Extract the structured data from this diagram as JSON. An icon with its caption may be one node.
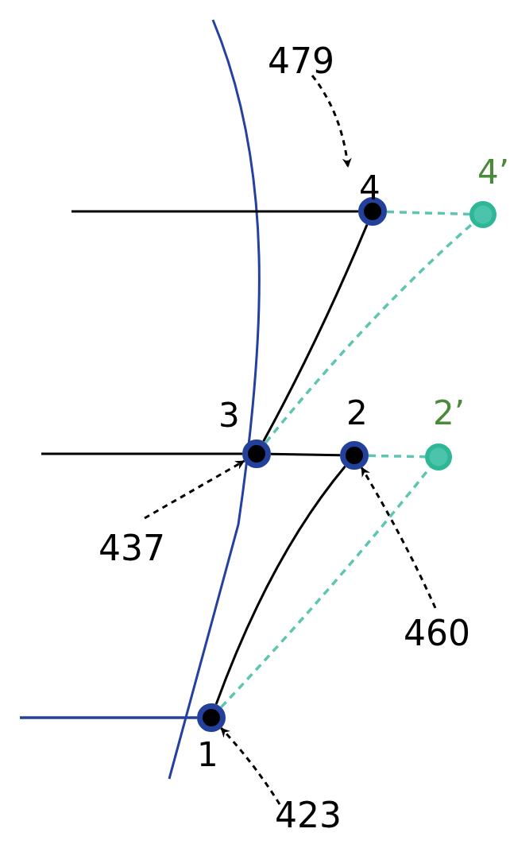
{
  "diagram": {
    "nodes": [
      {
        "text": [
          "479"
        ]
      },
      {
        "text": [],
        "shape": "circle",
        "beside": [
          "4"
        ]
      },
      {
        "text": [],
        "shape": "circle",
        "beside": [
          "4’"
        ]
      },
      {
        "text": [],
        "shape": "circle",
        "beside": [
          "3"
        ]
      },
      {
        "text": [],
        "shape": "circle",
        "beside": [
          "2"
        ]
      },
      {
        "text": [],
        "shape": "circle",
        "beside": [
          "2’"
        ]
      },
      {
        "text": [
          "437"
        ]
      },
      {
        "text": [
          "460"
        ]
      },
      {
        "text": [],
        "shape": "circle",
        "beside": [
          "1"
        ]
      },
      {
        "text": [
          "423"
        ]
      }
    ],
    "edges": [
      {
        "from": 0,
        "to": 1,
        "arrow": "to",
        "style": "dashed"
      },
      {
        "from": 6,
        "to": 3,
        "arrow": "to",
        "style": "dashed"
      },
      {
        "from": 7,
        "to": 4,
        "arrow": "to",
        "style": "dashed"
      },
      {
        "from": 9,
        "to": 8,
        "arrow": "to",
        "style": "dashed"
      },
      {
        "from": 8,
        "to": 4,
        "arrow": "none"
      },
      {
        "from": 3,
        "to": 4,
        "arrow": "none"
      },
      {
        "from": 3,
        "to": 1,
        "arrow": "none"
      },
      {
        "from": 1,
        "to": 2,
        "arrow": "none",
        "style": "dashed",
        "color": "#5cc6b0"
      },
      {
        "from": 4,
        "to": 5,
        "arrow": "none",
        "style": "dashed",
        "color": "#5cc6b0"
      },
      {
        "from": 3,
        "to": 2,
        "arrow": "none",
        "style": "dashed",
        "color": "#5cc6b0"
      },
      {
        "from": 8,
        "to": 5,
        "arrow": "none",
        "style": "dashed",
        "color": "#5cc6b0"
      },
      {
        "from": null,
        "to": 1,
        "arrow": "none"
      },
      {
        "from": null,
        "to": 3,
        "arrow": "none"
      },
      {
        "from": null,
        "to": 8,
        "arrow": "none",
        "color": "#2441a0"
      }
    ]
  }
}
